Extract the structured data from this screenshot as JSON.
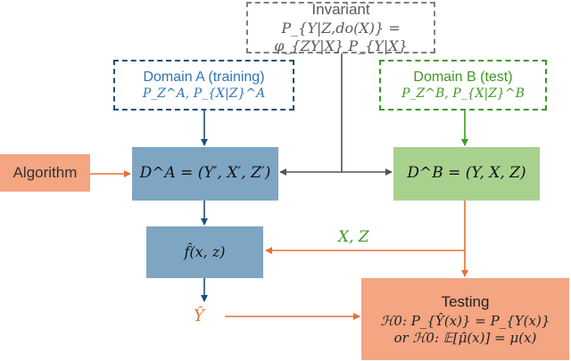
{
  "invariant": {
    "title": "Invariant",
    "formula": "P_{Y|Z,do(X)} = φ_{ZY|X} P_{Y|X}"
  },
  "domain_a": {
    "title": "Domain A (training)",
    "formula": "P_Z^A, P_{X|Z}^A"
  },
  "domain_b": {
    "title": "Domain B (test)",
    "formula": "P_Z^B, P_{X|Z}^B"
  },
  "algorithm": {
    "label": "Algorithm"
  },
  "dataset_a": {
    "formula": "D^A = (Y′, X′, Z′)"
  },
  "dataset_b": {
    "formula": "D^B = (Y, X, Z)"
  },
  "model": {
    "formula": "f̂(x, z)"
  },
  "edge_xz": {
    "label": "X, Z"
  },
  "prediction": {
    "label": "Ŷ"
  },
  "testing": {
    "title": "Testing",
    "h0_a": "ℋ0: P_{Ŷ(x)} = P_{Y(x)}",
    "h0_b": "or ℋ0: 𝔼[μ̂(x)] = μ(x)"
  },
  "colors": {
    "blue_dark": "#1f4e79",
    "blue_text": "#2e75b6",
    "green": "#3c9a21",
    "orange": "#e87032",
    "gray": "#7f7f7f"
  }
}
